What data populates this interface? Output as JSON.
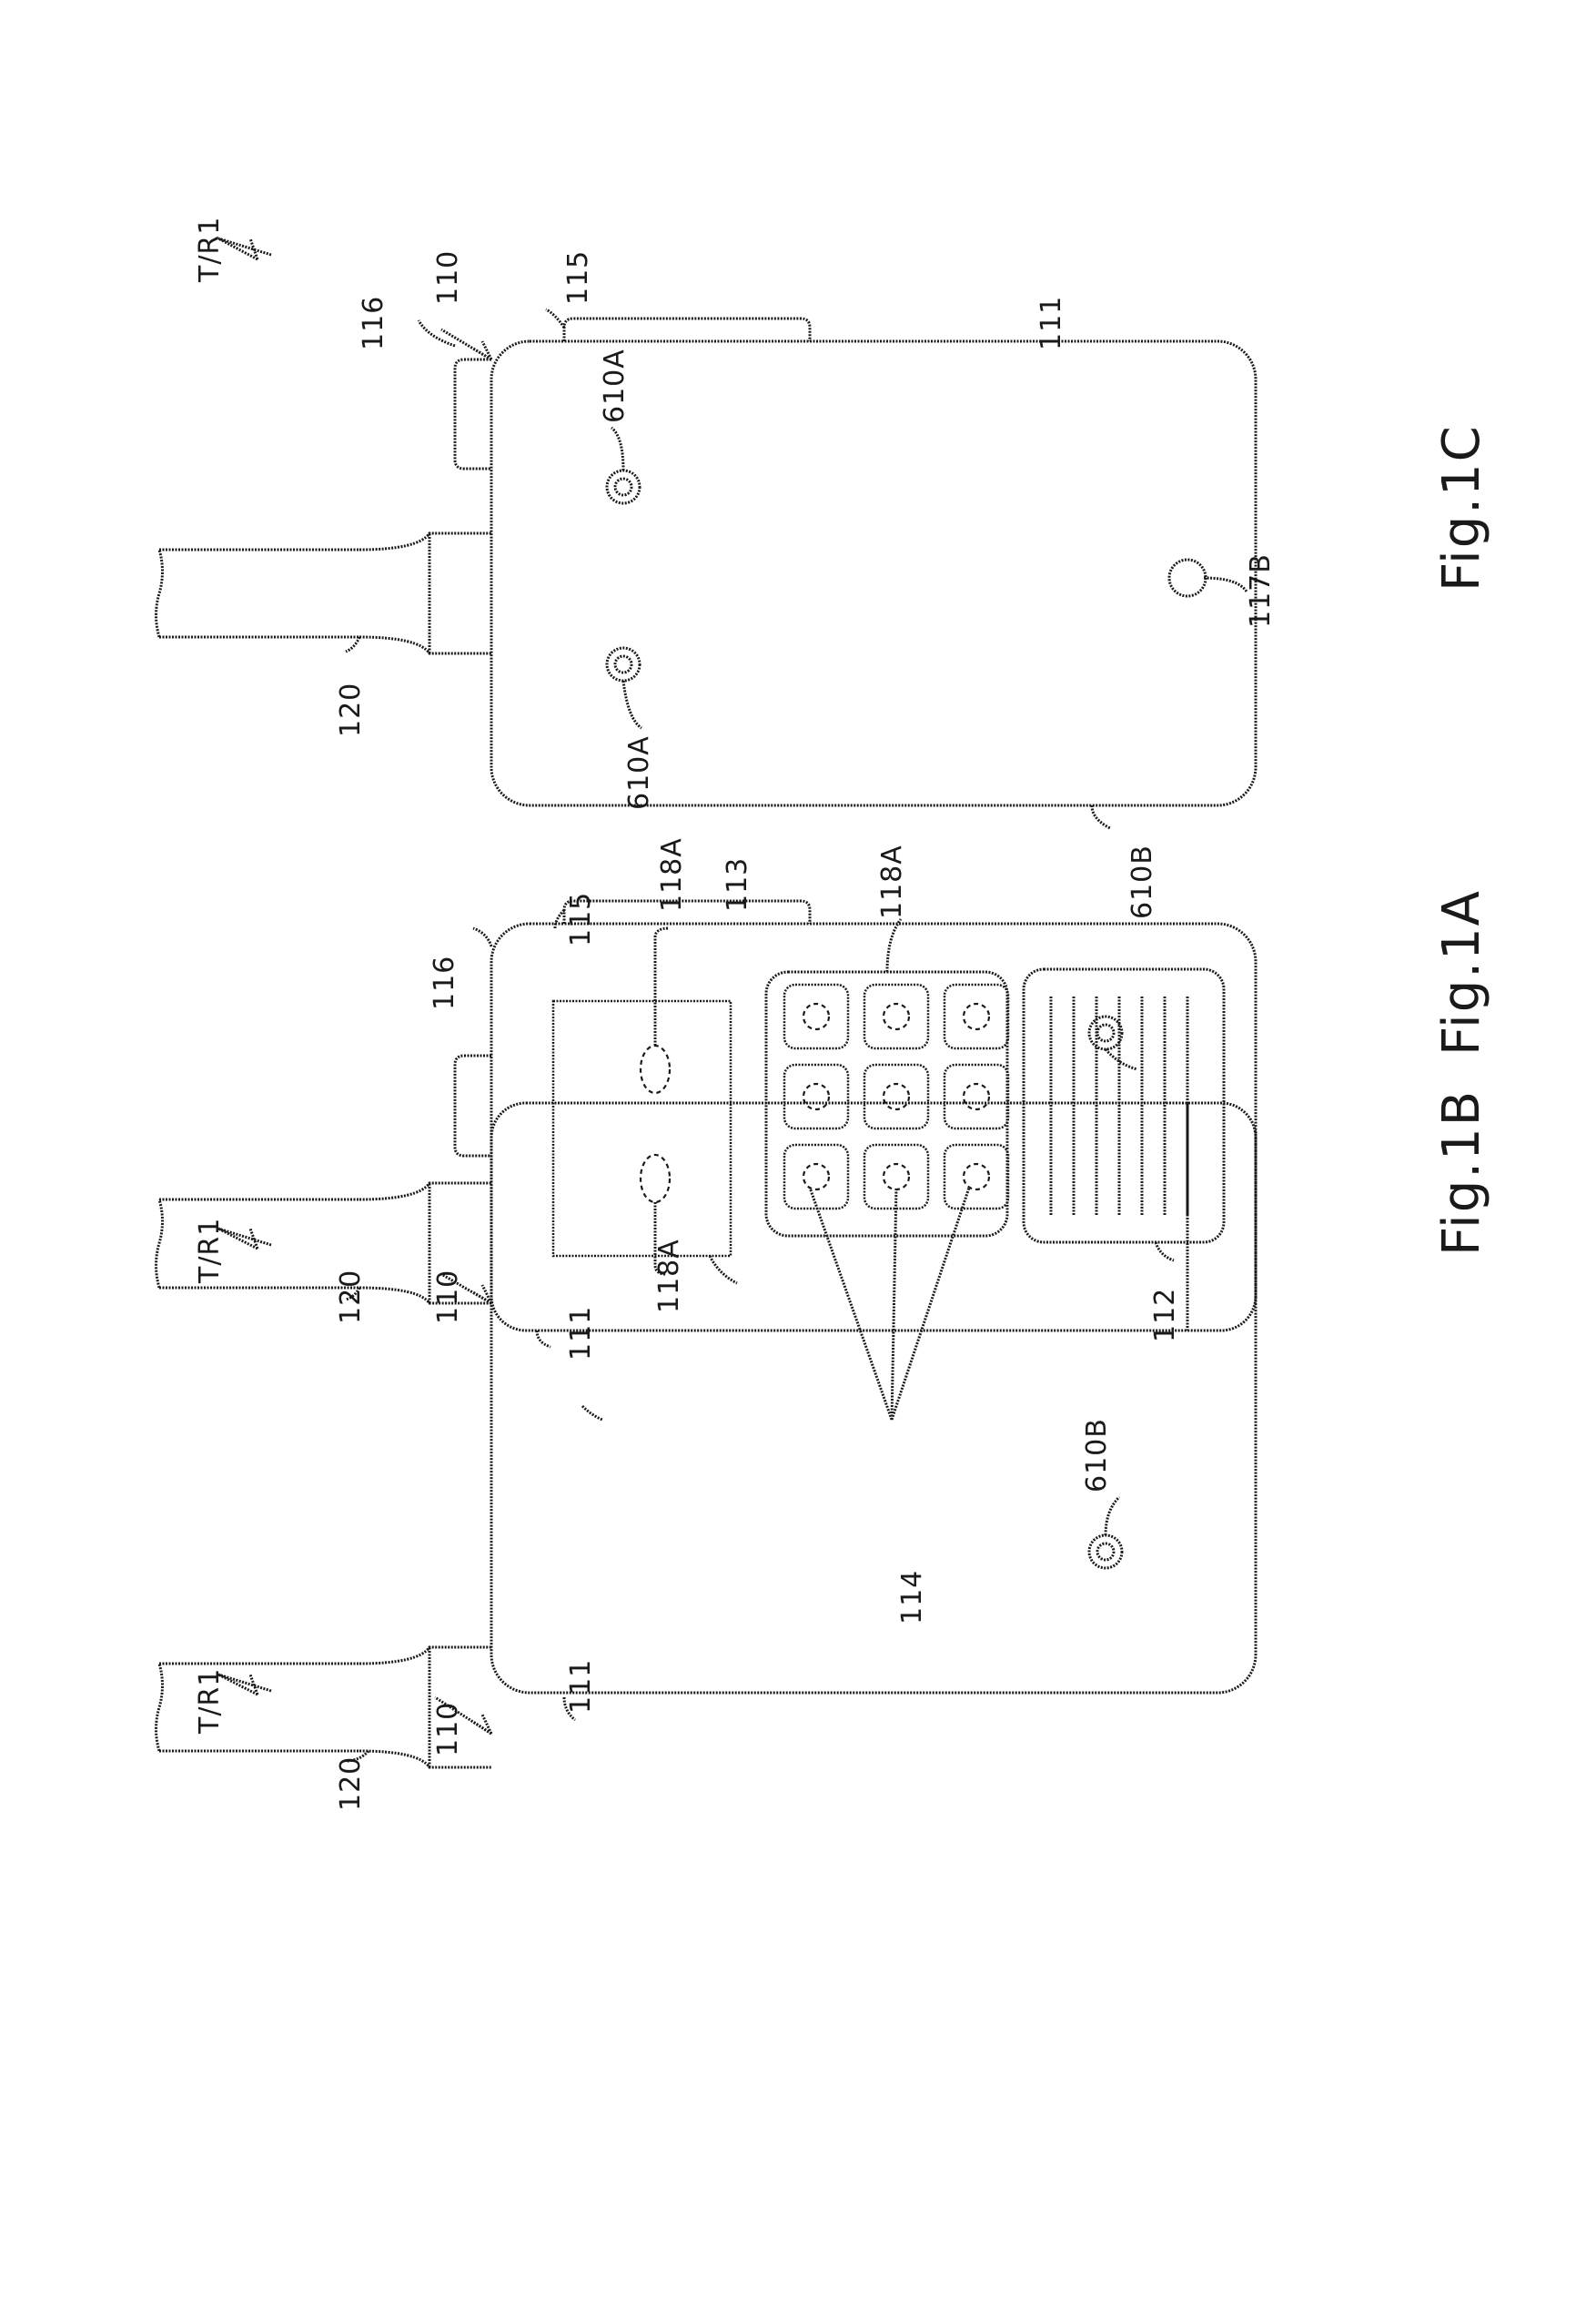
{
  "figures": [
    {
      "caption": "Fig.1A",
      "labels": {
        "device": "T/R1",
        "unit": "110",
        "housing": "111",
        "speaker": "112",
        "display": "113",
        "keypad": "114",
        "side_button": "115",
        "top_button": "116",
        "cable": "120",
        "sensor_upper": "118A",
        "sensor_lower": "118A",
        "sensor_keys": "118A",
        "contact_upper": "610B",
        "contact_lower": "610B"
      }
    },
    {
      "caption": "Fig.1B",
      "labels": {
        "device": "T/R1",
        "unit": "110",
        "housing": "111",
        "cable": "120"
      }
    },
    {
      "caption": "Fig.1C",
      "labels": {
        "device": "T/R1",
        "unit": "110",
        "housing": "111",
        "side_button": "115",
        "top_button": "116",
        "cable": "120",
        "contact_upper": "610A",
        "contact_lower": "610A",
        "hole": "117B"
      }
    }
  ]
}
